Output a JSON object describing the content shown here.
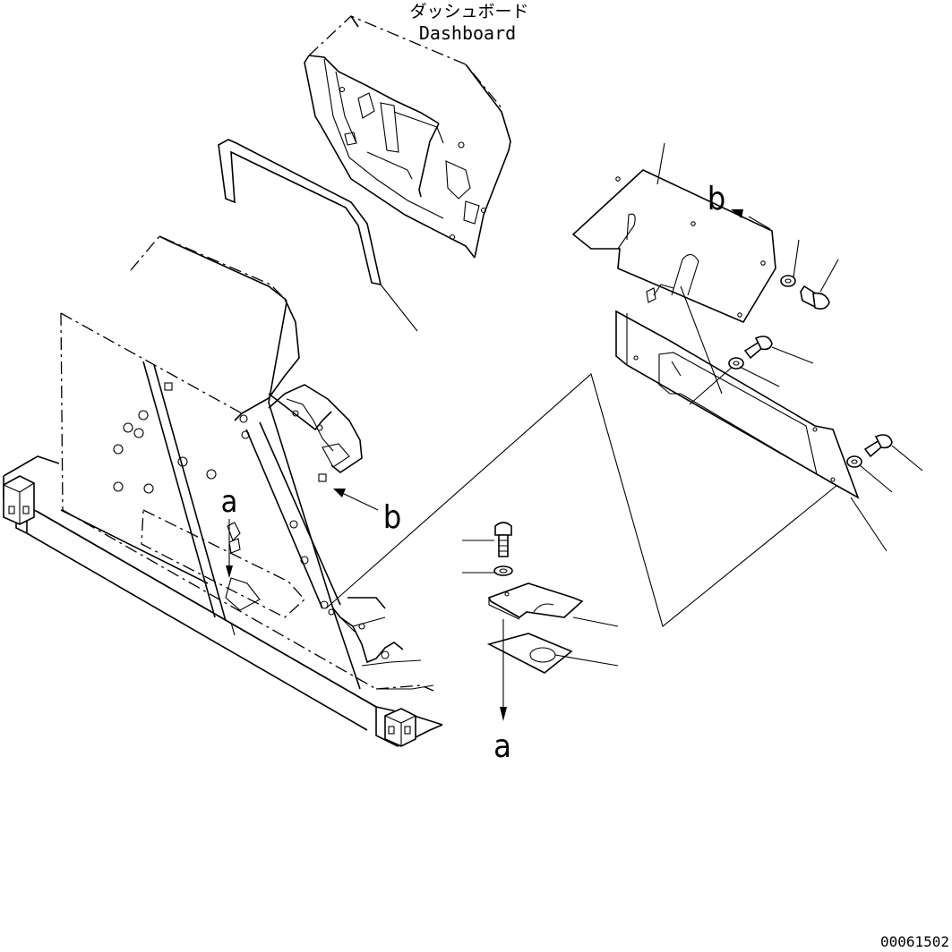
{
  "title": {
    "japanese": "ダッシュボード",
    "english": "Dashboard"
  },
  "callouts": {
    "a_upper": "a",
    "a_lower": "a",
    "b_left": "b",
    "b_right": "b"
  },
  "drawing_number": "00061502",
  "colors": {
    "line": "#000000",
    "background": "#ffffff"
  }
}
